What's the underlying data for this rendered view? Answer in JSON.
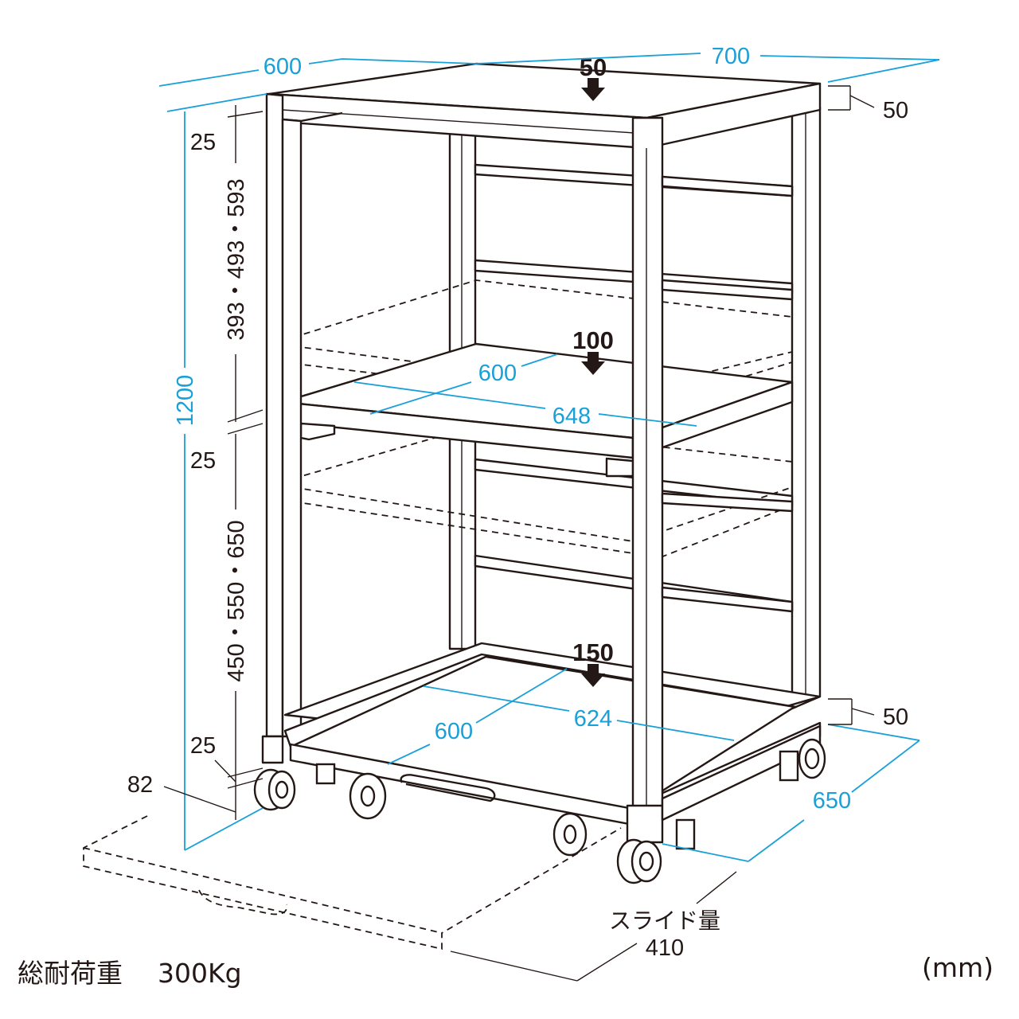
{
  "dimensions": {
    "top_depth": "600",
    "top_width": "700",
    "top_thickness": "50",
    "bottom_thickness": "50",
    "total_height": "1200",
    "upper_shelf_range": "393・493・593",
    "lower_shelf_range": "450・550・650",
    "gap_top": "25",
    "gap_middle": "25",
    "gap_bottom": "25",
    "floor_clearance": "82",
    "middle_shelf_depth": "600",
    "middle_shelf_width": "648",
    "bottom_shelf_depth": "600",
    "bottom_shelf_width": "624",
    "base_depth": "650",
    "slide_label": "スライド量",
    "slide_amount": "410"
  },
  "loads": {
    "top": "50",
    "middle": "100",
    "bottom": "150"
  },
  "footer": {
    "total_load_label": "総耐荷重",
    "total_load_value": "300Kg",
    "unit": "(mm)"
  },
  "colors": {
    "line": "#231815",
    "dimension": "#1aa0d8"
  }
}
